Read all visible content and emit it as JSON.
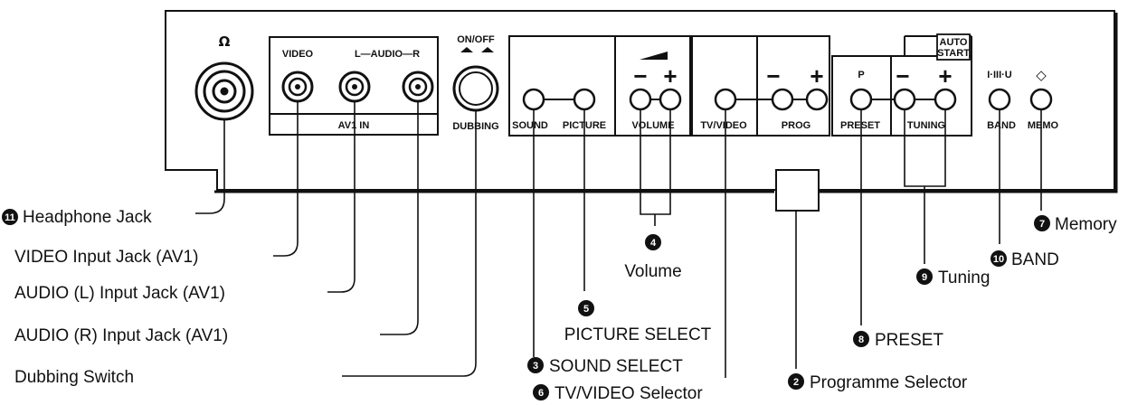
{
  "panel": {
    "headphone_symbol": "Ω",
    "video_label": "VIDEO",
    "audio_label": "L—AUDIO—R",
    "av1_in_label": "AV1 IN",
    "onoff_label": "ON/OFF",
    "dubbing_label": "DUBBING",
    "sound_label": "SOUND",
    "picture_label": "PICTURE",
    "volume_label": "VOLUME",
    "tvvideo_label": "TV/VIDEO",
    "prog_label": "PROG",
    "preset_label": "PRESET",
    "p_label": "P",
    "tuning_label": "TUNING",
    "auto_label": "AUTO",
    "start_label": "START",
    "band_label": "BAND",
    "band_top_label": "I·III·U",
    "memo_label": "MEMO",
    "memo_symbol": "◇",
    "minus": "−",
    "plus": "+"
  },
  "callouts": {
    "headphone": {
      "num": "11",
      "text": "Headphone Jack"
    },
    "video_in": {
      "text": "VIDEO Input Jack (AV1)"
    },
    "audio_l": {
      "text": "AUDIO (L) Input Jack (AV1)"
    },
    "audio_r": {
      "text": "AUDIO (R) Input Jack (AV1)"
    },
    "dubbing": {
      "text": "Dubbing Switch"
    },
    "volume": {
      "num": "4",
      "text": "Volume"
    },
    "picture": {
      "num": "5",
      "text": "PICTURE SELECT"
    },
    "sound": {
      "num": "3",
      "text": "SOUND SELECT"
    },
    "tvvideo": {
      "num": "6",
      "text": "TV/VIDEO Selector"
    },
    "programme": {
      "num": "2",
      "text": "Programme Selector"
    },
    "preset": {
      "num": "8",
      "text": "PRESET"
    },
    "tuning": {
      "num": "9",
      "text": "Tuning"
    },
    "band": {
      "num": "10",
      "text": "BAND"
    },
    "memory": {
      "num": "7",
      "text": "Memory"
    }
  }
}
